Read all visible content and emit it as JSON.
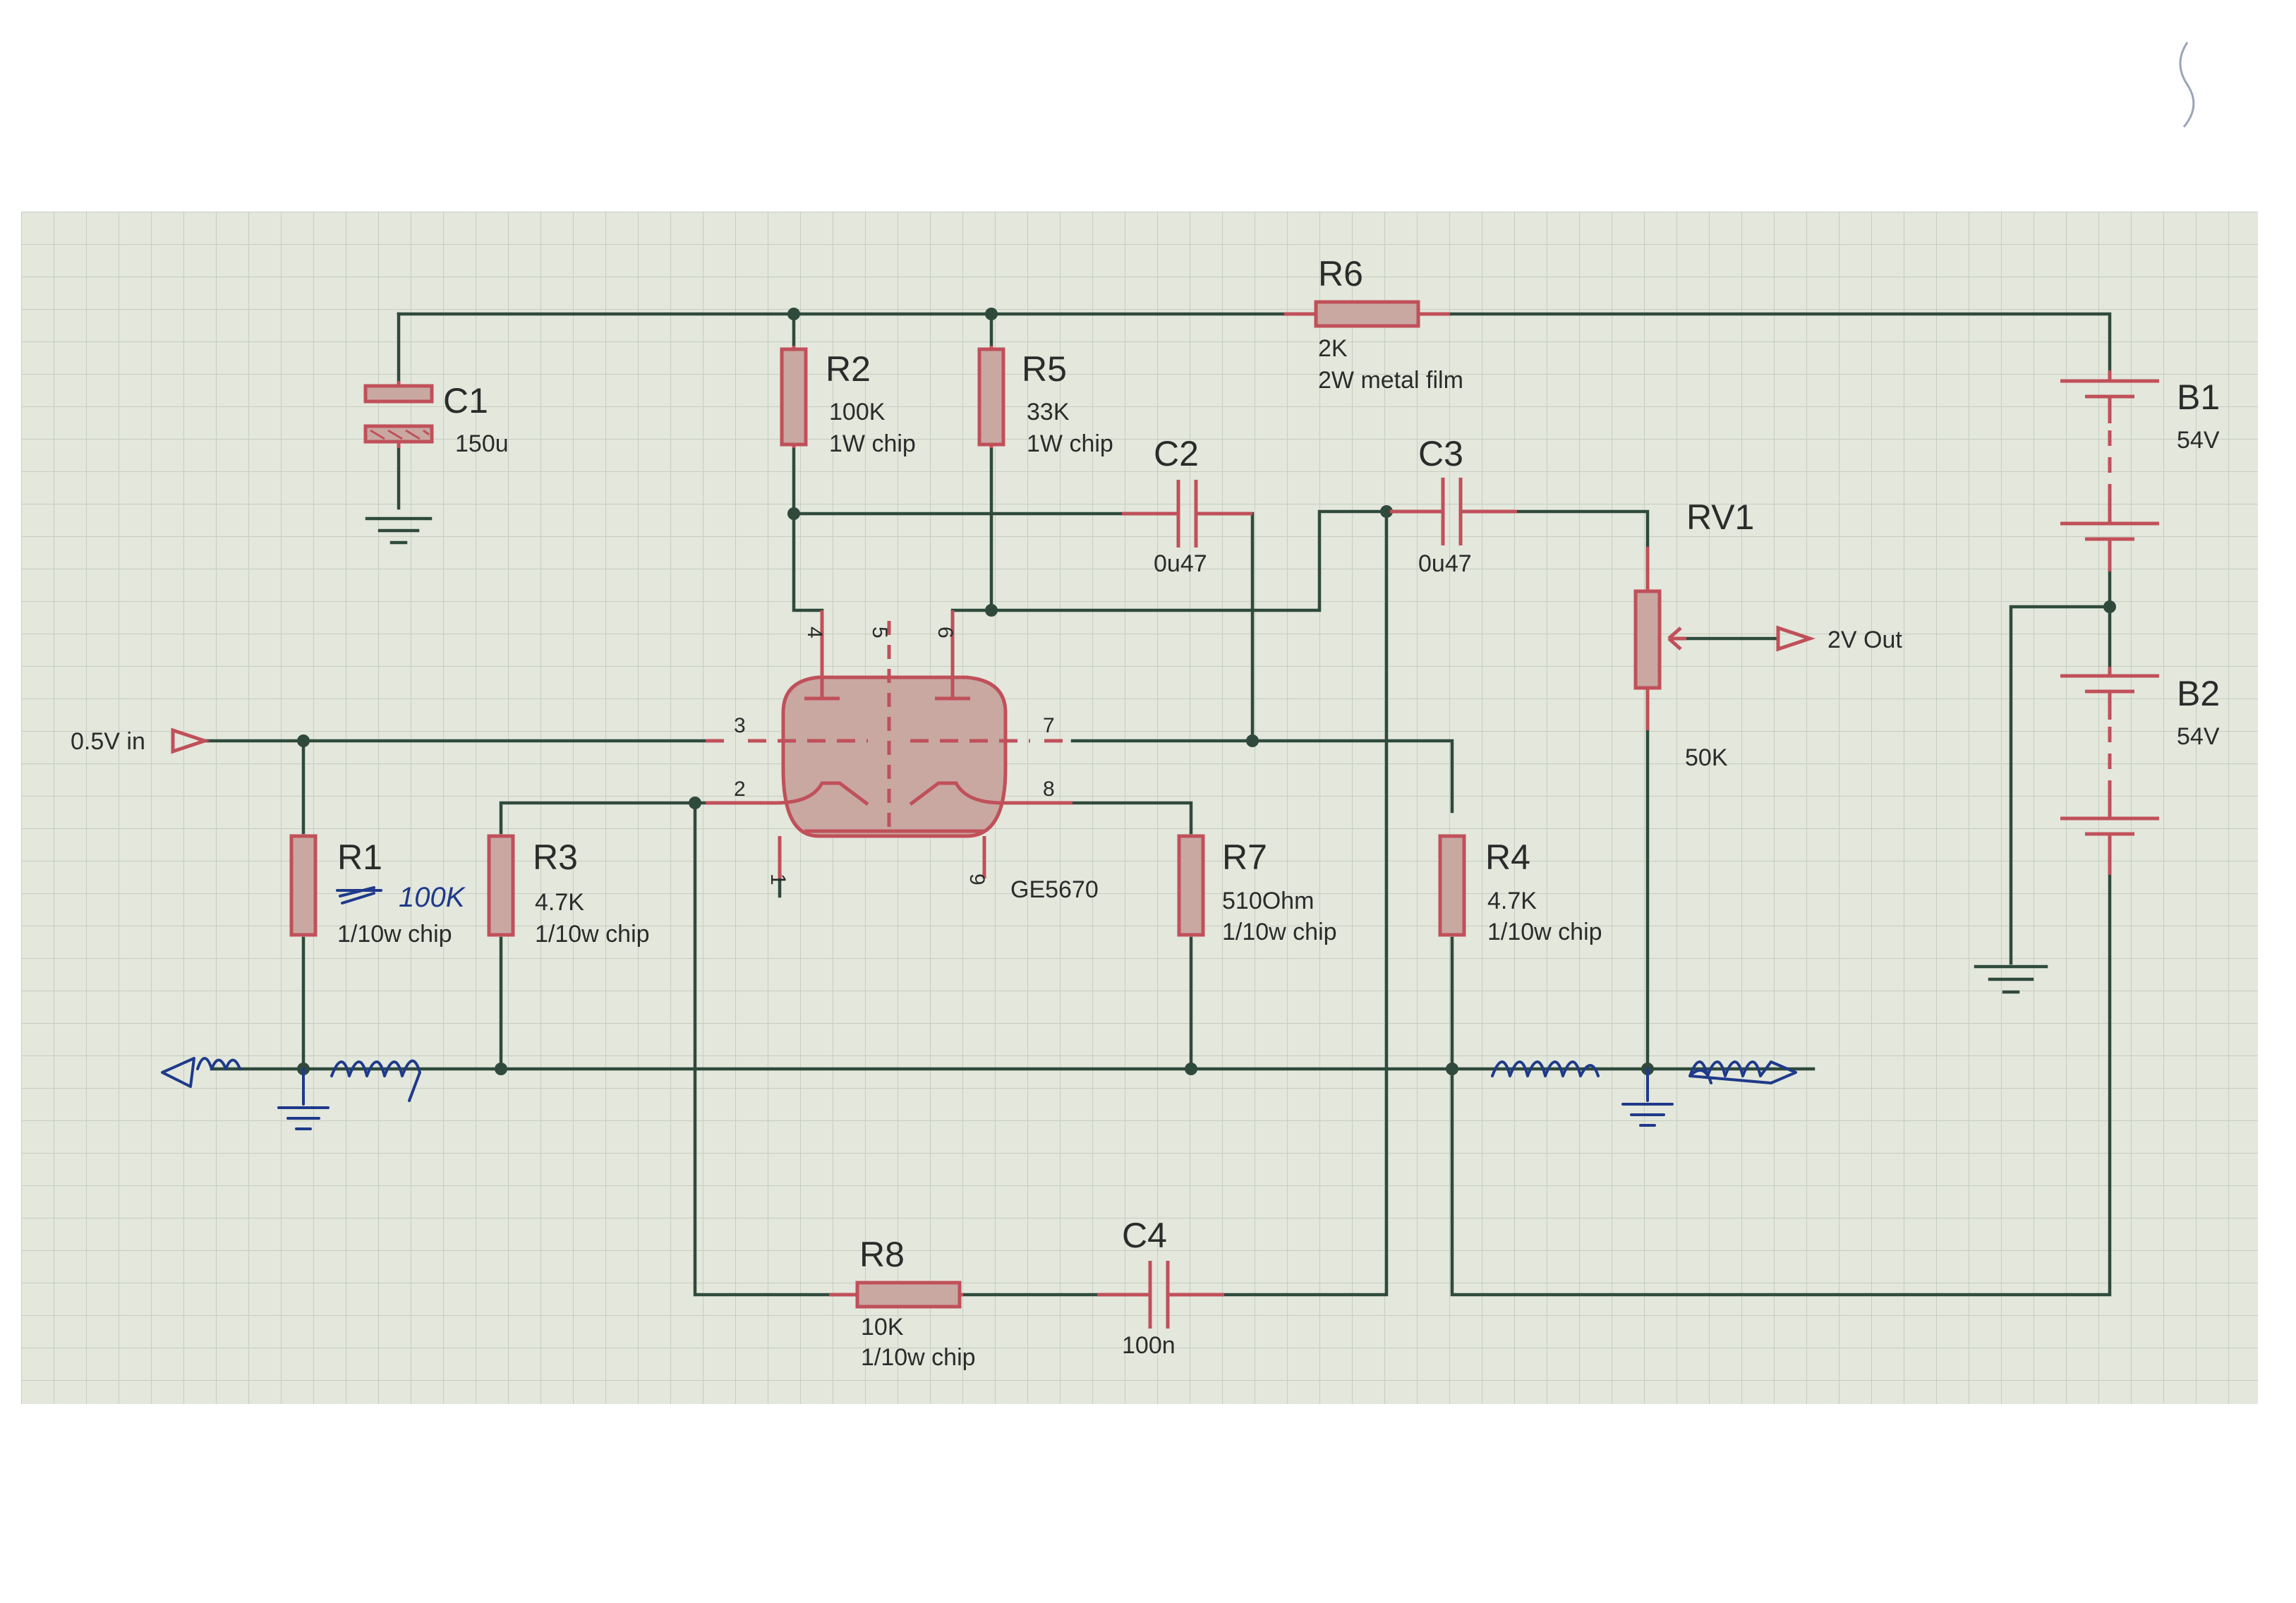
{
  "components": {
    "R1": {
      "ref": "R1",
      "value": "100K",
      "rating": "1/10w chip",
      "handwritten_value": "100K"
    },
    "R2": {
      "ref": "R2",
      "value": "100K",
      "rating": "1W chip"
    },
    "R3": {
      "ref": "R3",
      "value": "4.7K",
      "rating": "1/10w chip"
    },
    "R4": {
      "ref": "R4",
      "value": "4.7K",
      "rating": "1/10w chip"
    },
    "R5": {
      "ref": "R5",
      "value": "33K",
      "rating": "1W chip"
    },
    "R6": {
      "ref": "R6",
      "value": "2K",
      "rating": "2W metal film"
    },
    "R7": {
      "ref": "R7",
      "value": "510Ohm",
      "rating": "1/10w chip"
    },
    "R8": {
      "ref": "R8",
      "value": "10K",
      "rating": "1/10w chip"
    },
    "C1": {
      "ref": "C1",
      "value": "150u"
    },
    "C2": {
      "ref": "C2",
      "value": "0u47"
    },
    "C3": {
      "ref": "C3",
      "value": "0u47"
    },
    "C4": {
      "ref": "C4",
      "value": "100n"
    },
    "RV1": {
      "ref": "RV1",
      "value": "50K"
    },
    "B1": {
      "ref": "B1",
      "value": "54V"
    },
    "B2": {
      "ref": "B2",
      "value": "54V"
    },
    "U1": {
      "value": "GE5670",
      "pins": [
        "1",
        "2",
        "3",
        "4",
        "5",
        "6",
        "7",
        "8",
        "9"
      ]
    }
  },
  "ports": {
    "input": "0.5V in",
    "output": "2V Out"
  },
  "colors": {
    "paper": "#ffffff",
    "grid_background": "#e3e7dc",
    "grid_line": "#c7cdc0",
    "wire": "#2f4a3c",
    "component": "#c0505a",
    "handwriting": "#1f3a8a"
  }
}
